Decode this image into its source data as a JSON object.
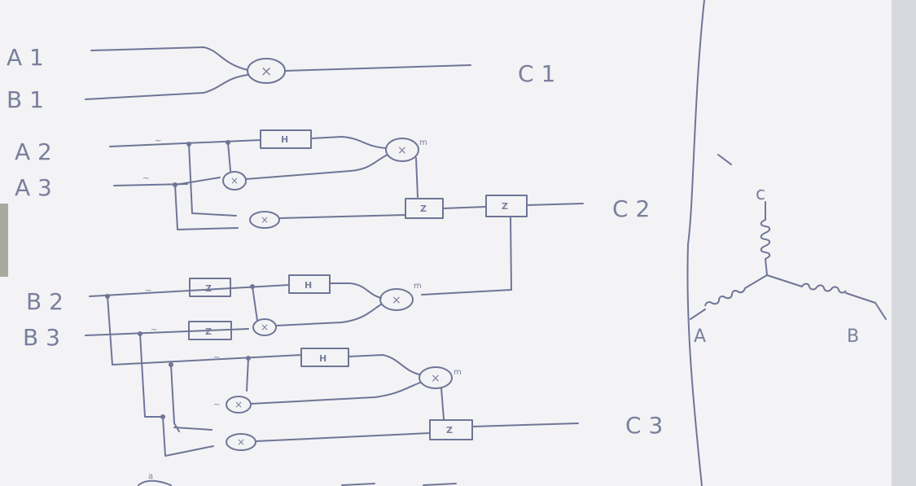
{
  "inputs": {
    "a1": "A 1",
    "b1": "B 1",
    "a2": "A 2",
    "a3": "A 3",
    "b2": "B 2",
    "b3": "B 3"
  },
  "outputs": {
    "c1": "C 1",
    "c2": "C 2",
    "c3": "C 3"
  },
  "gates": {
    "multiply": "×",
    "h": "H",
    "z": "Z",
    "k": "a"
  },
  "annotations": {
    "m": "m"
  },
  "wye": {
    "a": "A",
    "b": "B",
    "c": "c"
  },
  "colors": {
    "ink": "#6f7596",
    "paper": "#f2f2f4"
  }
}
